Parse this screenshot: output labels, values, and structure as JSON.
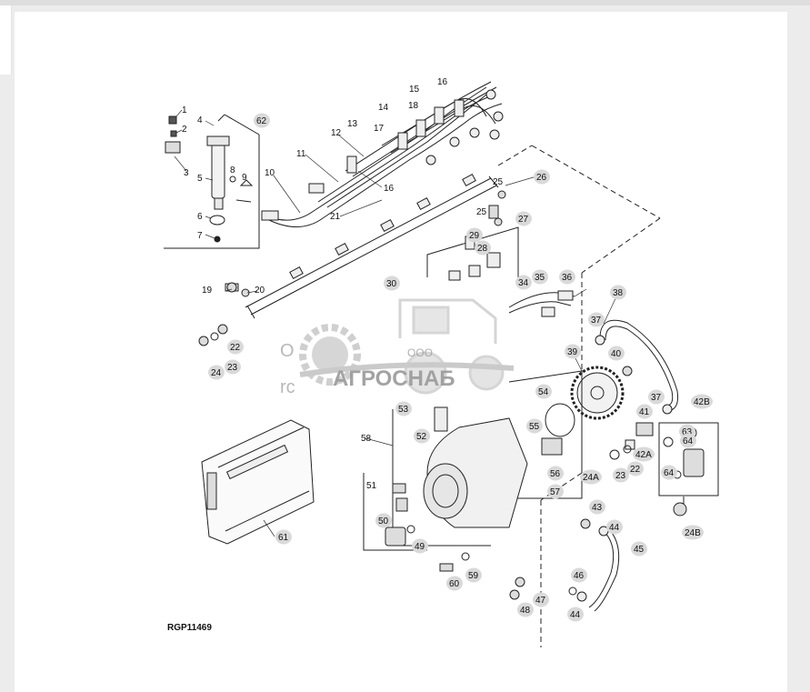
{
  "figure": {
    "reference_code": "RGP11469",
    "callouts": [
      {
        "label": "1"
      },
      {
        "label": "2"
      },
      {
        "label": "3"
      },
      {
        "label": "4"
      },
      {
        "label": "5"
      },
      {
        "label": "6"
      },
      {
        "label": "7"
      },
      {
        "label": "8"
      },
      {
        "label": "9"
      },
      {
        "label": "10"
      },
      {
        "label": "11"
      },
      {
        "label": "12"
      },
      {
        "label": "13"
      },
      {
        "label": "14"
      },
      {
        "label": "15"
      },
      {
        "label": "16"
      },
      {
        "label": "16"
      },
      {
        "label": "17"
      },
      {
        "label": "18"
      },
      {
        "label": "19"
      },
      {
        "label": "20"
      },
      {
        "label": "21"
      },
      {
        "label": "22"
      },
      {
        "label": "23"
      },
      {
        "label": "24"
      },
      {
        "label": "25"
      },
      {
        "label": "25"
      },
      {
        "label": "26"
      },
      {
        "label": "27"
      },
      {
        "label": "28"
      },
      {
        "label": "29"
      },
      {
        "label": "30"
      },
      {
        "label": "34"
      },
      {
        "label": "35"
      },
      {
        "label": "36"
      },
      {
        "label": "37"
      },
      {
        "label": "38"
      },
      {
        "label": "39"
      },
      {
        "label": "40"
      },
      {
        "label": "37"
      },
      {
        "label": "41"
      },
      {
        "label": "42A"
      },
      {
        "label": "42B"
      },
      {
        "label": "22"
      },
      {
        "label": "23"
      },
      {
        "label": "24A"
      },
      {
        "label": "63"
      },
      {
        "label": "64"
      },
      {
        "label": "64"
      },
      {
        "label": "24B"
      },
      {
        "label": "54"
      },
      {
        "label": "55"
      },
      {
        "label": "56"
      },
      {
        "label": "57"
      },
      {
        "label": "58"
      },
      {
        "label": "52"
      },
      {
        "label": "53"
      },
      {
        "label": "51"
      },
      {
        "label": "50"
      },
      {
        "label": "49"
      },
      {
        "label": "43"
      },
      {
        "label": "44"
      },
      {
        "label": "45"
      },
      {
        "label": "46"
      },
      {
        "label": "44"
      },
      {
        "label": "47"
      },
      {
        "label": "48"
      },
      {
        "label": "59"
      },
      {
        "label": "60"
      },
      {
        "label": "61"
      },
      {
        "label": "62"
      }
    ]
  },
  "watermark": {
    "company": "АГРОСНАБ",
    "prefix": "ООО"
  }
}
